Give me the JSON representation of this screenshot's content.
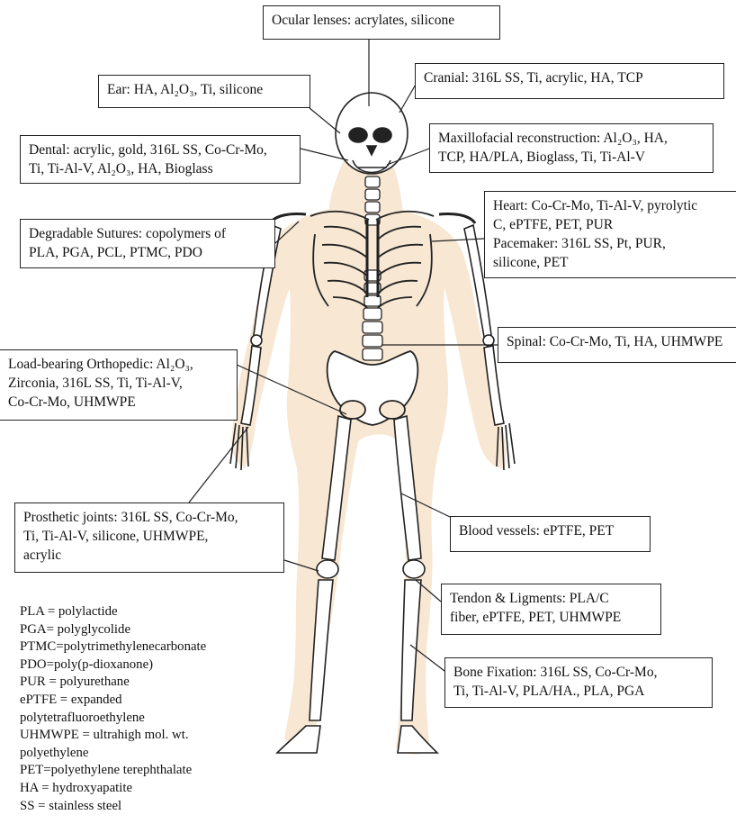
{
  "labels": {
    "ocular": [
      "Ocular lenses: acrylates, silicone"
    ],
    "cranial": [
      "Cranial: 316L SS, Ti, acrylic, HA, TCP"
    ],
    "ear": [
      "Ear: HA, Al₂O₃, Ti, silicone"
    ],
    "dental": [
      "Dental: acrylic, gold, 316L SS, Co-Cr-Mo,",
      "Ti, Ti-Al-V, Al₂O₃, HA, Bioglass"
    ],
    "maxillofacial": [
      "Maxillofacial reconstruction: Al₂O₃, HA,",
      "TCP, HA/PLA, Bioglass, Ti, Ti-Al-V"
    ],
    "heart": [
      "Heart: Co-Cr-Mo, Ti-Al-V, pyrolytic",
      "C, ePTFE, PET, PUR",
      "Pacemaker: 316L SS, Pt, PUR,",
      "silicone, PET"
    ],
    "sutures": [
      "Degradable Sutures: copolymers of",
      "PLA, PGA, PCL, PTMC, PDO"
    ],
    "spinal": [
      "Spinal: Co-Cr-Mo, Ti, HA, UHMWPE"
    ],
    "orthopedic": [
      "Load-bearing Orthopedic: Al₂O₃,",
      "Zirconia, 316L SS, Ti, Ti-Al-V,",
      "Co-Cr-Mo, UHMWPE"
    ],
    "prosthetic": [
      "Prosthetic joints: 316L SS, Co-Cr-Mo,",
      "Ti, Ti-Al-V, silicone, UHMWPE,",
      "acrylic"
    ],
    "blood": [
      "Blood vessels: ePTFE, PET"
    ],
    "tendon": [
      "Tendon & Ligments: PLA/C",
      "fiber, ePTFE, PET, UHMWPE"
    ],
    "fixation": [
      "Bone Fixation: 316L SS, Co-Cr-Mo,",
      "Ti, Ti-Al-V, PLA/HA., PLA, PGA"
    ]
  },
  "legend": [
    "PLA = polylactide",
    "PGA= polyglycolide",
    "PTMC=polytrimethylenecarbonate",
    "PDO=poly(p-dioxanone)",
    "PUR = polyurethane",
    "ePTFE = expanded",
    "polytetrafluoroethylene",
    "UHMWPE = ultrahigh mol. wt.",
    "polyethylene",
    "PET=polyethylene terephthalate",
    "HA = hydroxyapatite",
    "SS = stainless steel"
  ],
  "colors": {
    "skin": "#f7e7d3",
    "bone": "#ffffff",
    "outline": "#222222"
  }
}
